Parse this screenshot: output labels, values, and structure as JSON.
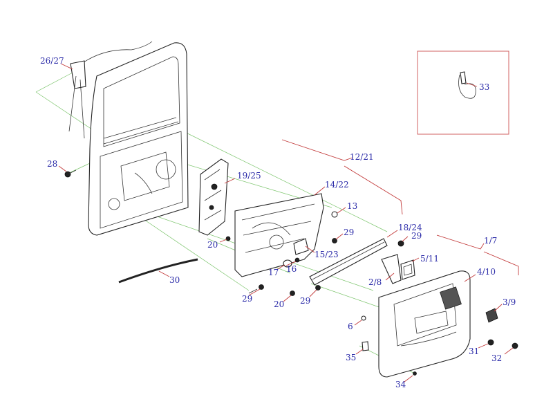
{
  "diagram": {
    "callouts": {
      "c26_27": "26/27",
      "c28": "28",
      "c19_25": "19/25",
      "c14_22": "14/22",
      "c12_21": "12/21",
      "c13": "13",
      "c33": "33",
      "c20a": "20",
      "c29a": "29",
      "c18_24": "18/24",
      "c29b": "29",
      "c1_7": "1/7",
      "c15_23": "15/23",
      "c16": "16",
      "c17": "17",
      "c5_11": "5/11",
      "c2_8": "2/8",
      "c4_10": "4/10",
      "c30": "30",
      "c29c": "29",
      "c20b": "20",
      "c29d": "29",
      "c3_9": "3/9",
      "c6": "6",
      "c31": "31",
      "c32": "32",
      "c35": "35",
      "c34": "34"
    },
    "colors": {
      "callout_text": "#2a2aa8",
      "leader_line": "#c23a3a",
      "guide_line": "#7bc46b",
      "part_outline": "#222222"
    }
  }
}
